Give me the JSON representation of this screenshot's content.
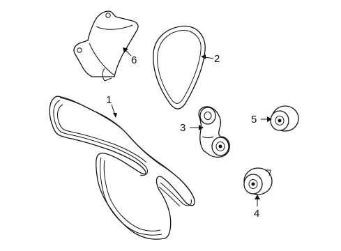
{
  "diagram": {
    "callouts": [
      {
        "id": "1",
        "part": "serpentine-belt"
      },
      {
        "id": "2",
        "part": "accessory-belt"
      },
      {
        "id": "3",
        "part": "belt-tensioner"
      },
      {
        "id": "4",
        "part": "idler-pulley"
      },
      {
        "id": "5",
        "part": "idler-pulley"
      },
      {
        "id": "6",
        "part": "belt-cover"
      }
    ]
  }
}
